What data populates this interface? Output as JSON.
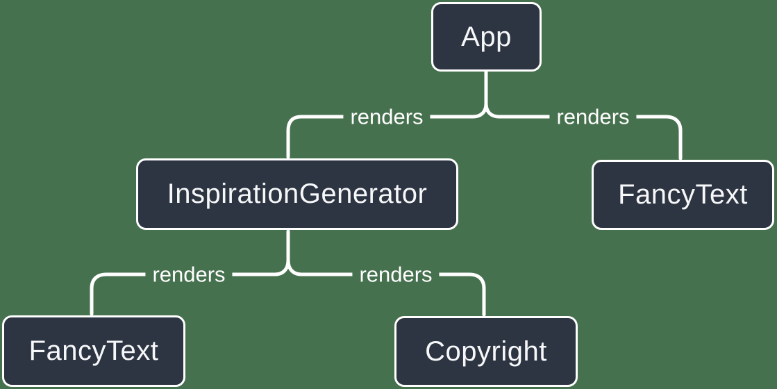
{
  "diagram": {
    "colors": {
      "background": "#46714E",
      "node_fill": "#2E3542",
      "node_border": "#FFFFFF",
      "node_text": "#F6F7F9",
      "edge": "#FFFFFF",
      "edge_label_text": "#FFFFFF"
    },
    "nodes": [
      {
        "id": "app",
        "label": "App"
      },
      {
        "id": "inspiration-generator",
        "label": "InspirationGenerator"
      },
      {
        "id": "fancy-text-top-right",
        "label": "FancyText"
      },
      {
        "id": "fancy-text-bottom-left",
        "label": "FancyText"
      },
      {
        "id": "copyright",
        "label": "Copyright"
      }
    ],
    "edges": [
      {
        "from": "App",
        "to": "InspirationGenerator",
        "label": "renders"
      },
      {
        "from": "App",
        "to": "FancyText",
        "label": "renders"
      },
      {
        "from": "InspirationGenerator",
        "to": "FancyText",
        "label": "renders"
      },
      {
        "from": "InspirationGenerator",
        "to": "Copyright",
        "label": "renders"
      }
    ]
  }
}
